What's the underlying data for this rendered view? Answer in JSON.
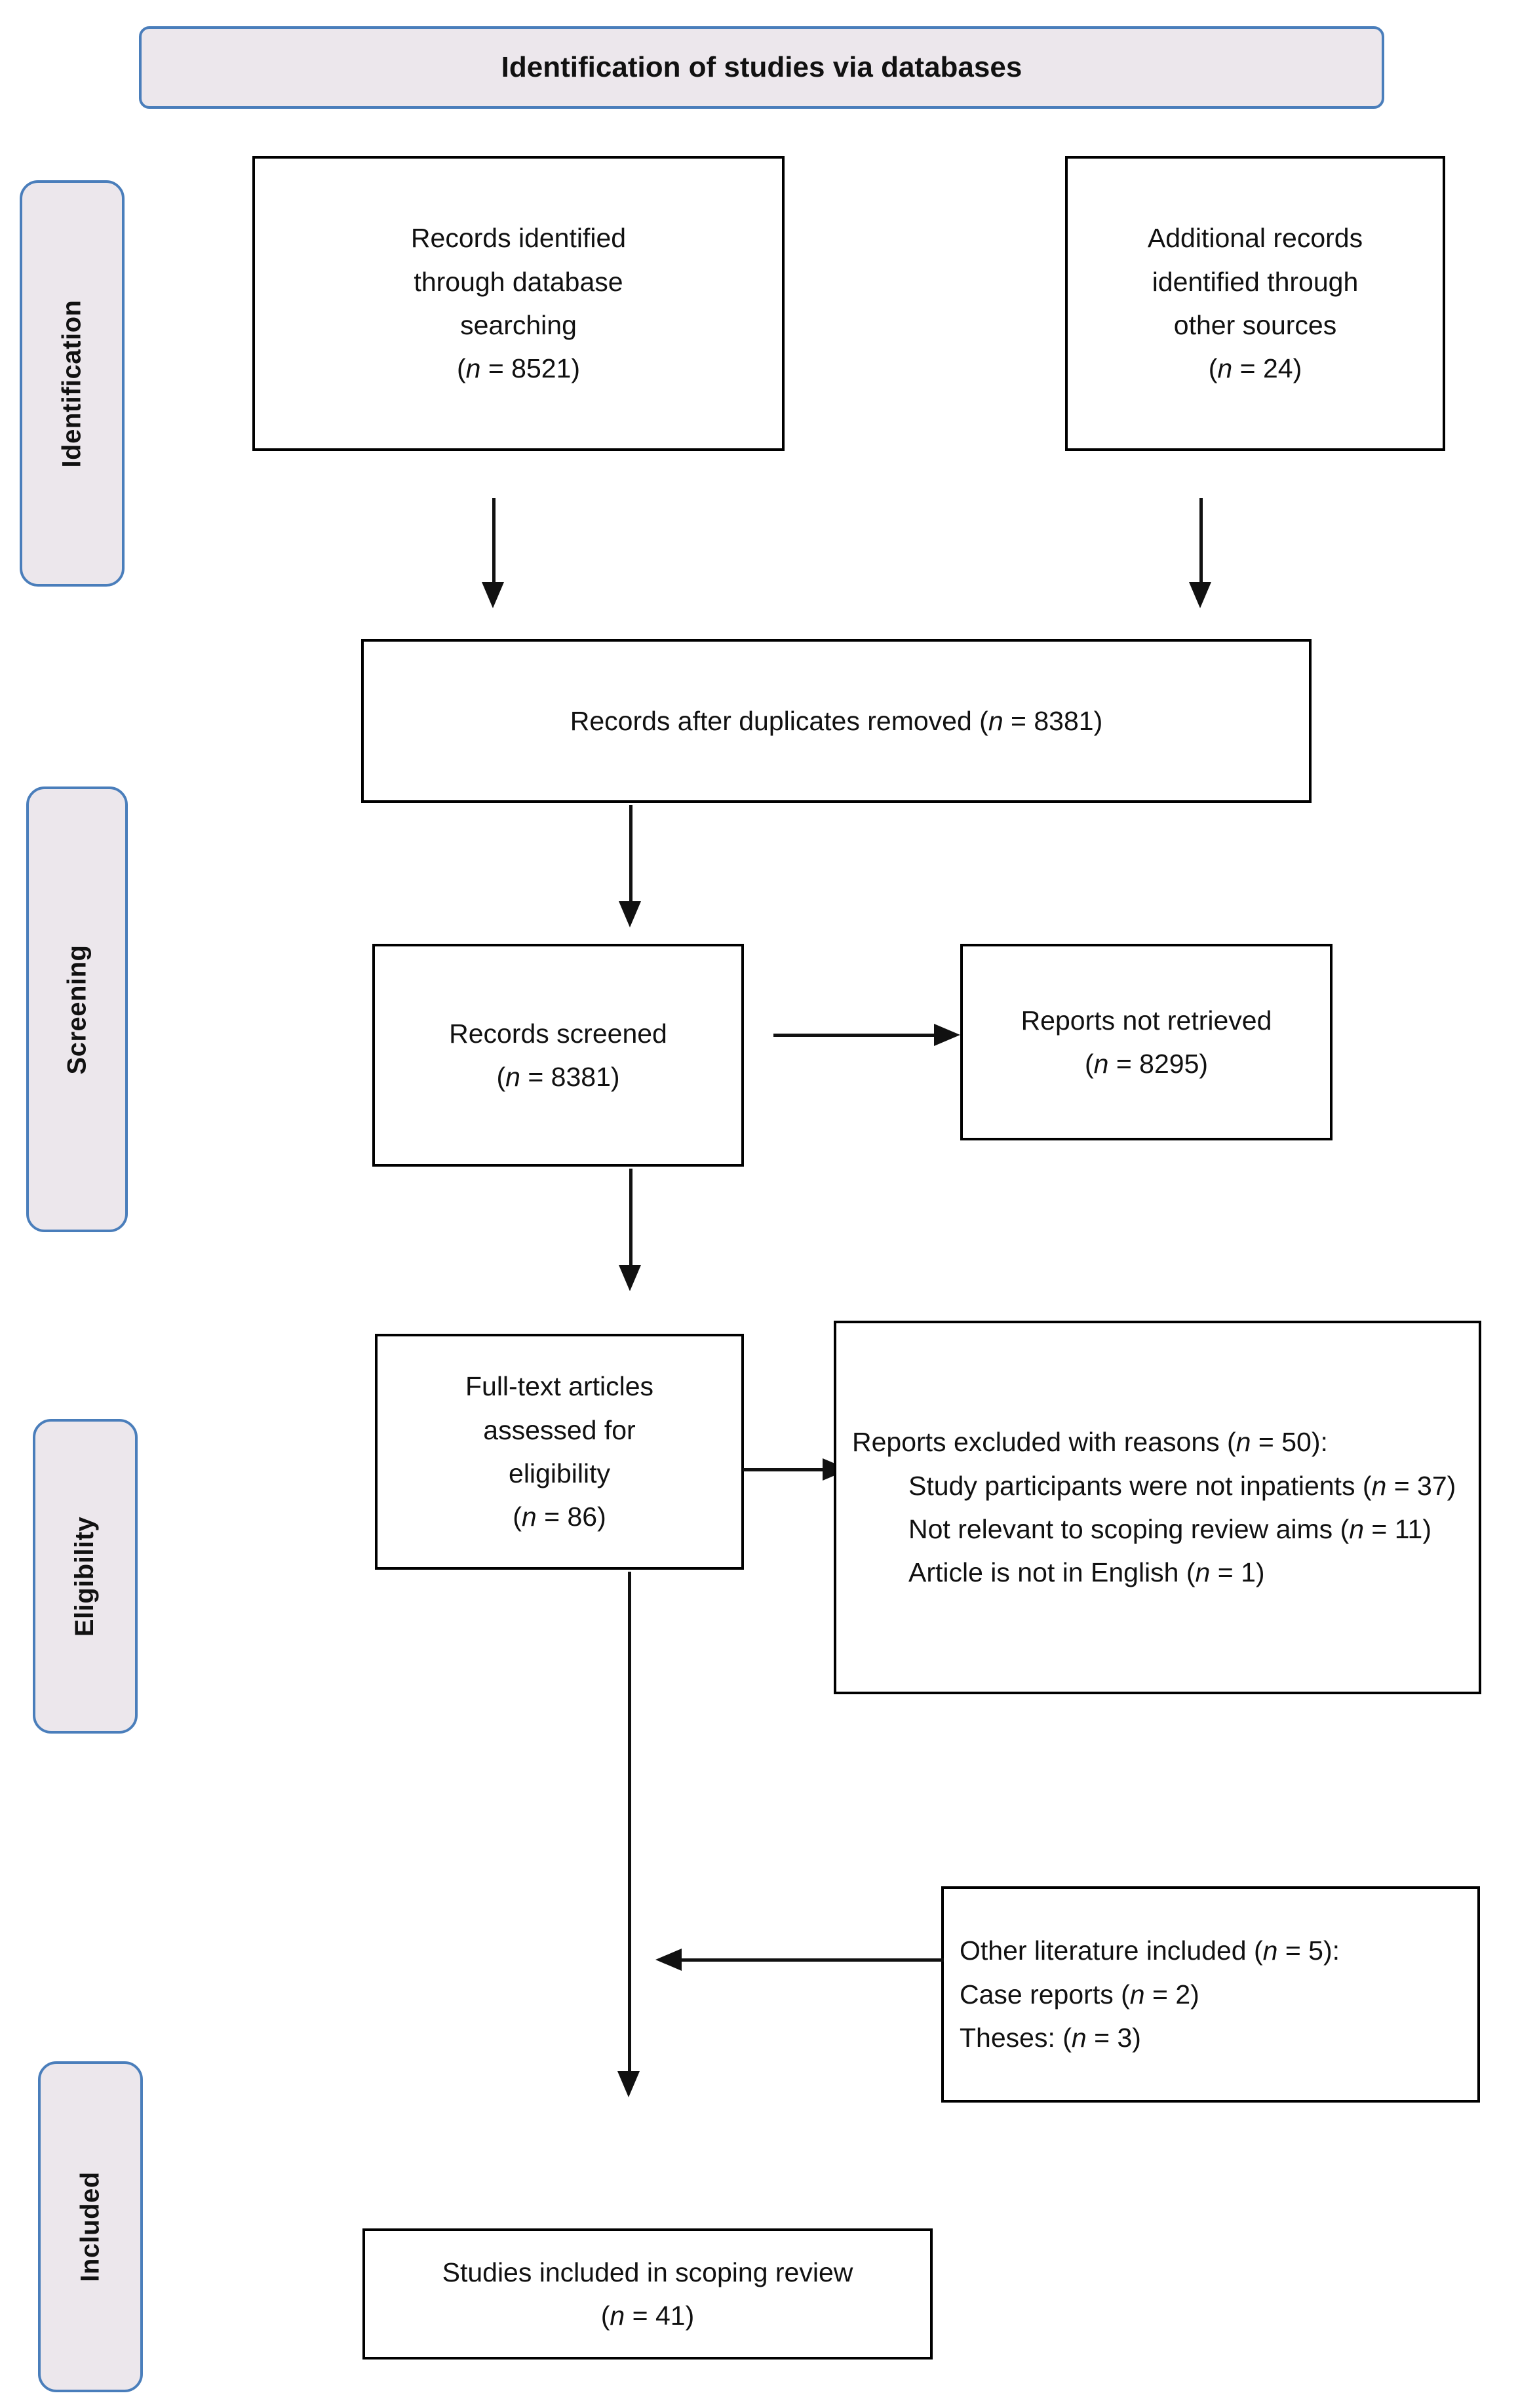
{
  "diagram": {
    "type": "prisma-flow-diagram",
    "banner": {
      "label": "Identification of studies via databases"
    },
    "stages": [
      {
        "id": "identification",
        "label": "Identification"
      },
      {
        "id": "screening",
        "label": "Screening"
      },
      {
        "id": "eligibility",
        "label": "Eligibility"
      },
      {
        "id": "included",
        "label": "Included"
      }
    ],
    "boxes": {
      "records_identified": {
        "lines": [
          "Records identified",
          "through database",
          "searching",
          "(n = 8521)"
        ],
        "n": 8521
      },
      "additional_records": {
        "lines": [
          "Additional records",
          "identified through",
          "other sources",
          "(n = 24)"
        ],
        "n": 24
      },
      "duplicates_removed": {
        "lines": [
          "Records after duplicates removed (n = 8381)"
        ],
        "n": 8381
      },
      "records_screened": {
        "lines": [
          "Records screened",
          "(n = 8381)"
        ],
        "n": 8381
      },
      "reports_not_retrieved": {
        "lines": [
          "Reports not retrieved",
          "(n = 8295)"
        ],
        "n": 8295
      },
      "fulltext_assessed": {
        "lines": [
          "Full-text articles",
          "assessed for",
          "eligibility",
          "(n = 86)"
        ],
        "n": 86
      },
      "reports_excluded": {
        "heading": "Reports excluded with reasons (n = 50):",
        "heading_n": 50,
        "reasons": [
          {
            "text": "Study participants were not inpatients (n = 37)",
            "n": 37
          },
          {
            "text": "Not relevant to scoping review aims (n = 11)",
            "n": 11
          },
          {
            "text": "Article is not in English (n = 1)",
            "n": 1
          }
        ]
      },
      "other_literature": {
        "heading": "Other literature included (n = 5):",
        "heading_n": 5,
        "items": [
          {
            "text": "Case reports (n = 2)",
            "n": 2
          },
          {
            "text": "Theses: (n = 3)",
            "n": 3
          }
        ]
      },
      "studies_included": {
        "lines": [
          "Studies included in scoping review",
          "(n = 41)"
        ],
        "n": 41
      }
    },
    "colors": {
      "tab_fill": "#ece7ec",
      "tab_border": "#4a7ebb",
      "box_border": "#000000",
      "box_fill": "#ffffff",
      "text": "#111111"
    }
  }
}
